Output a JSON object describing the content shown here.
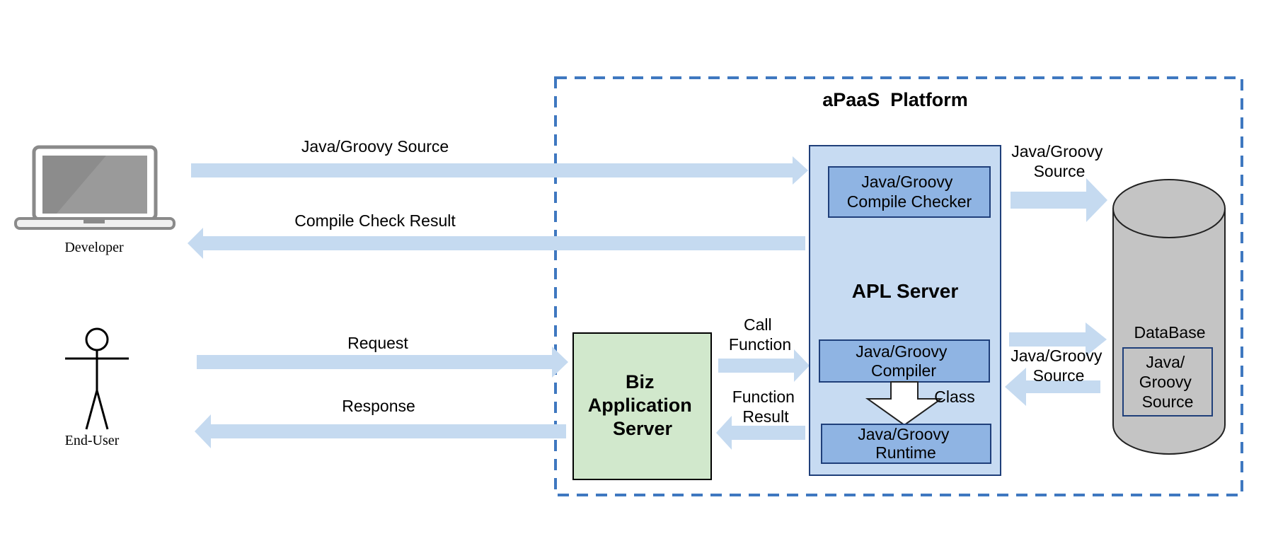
{
  "platform": {
    "title": "aPaaS  Platform"
  },
  "actors": {
    "developer": {
      "label": "Developer"
    },
    "end_user": {
      "label": "End-User"
    }
  },
  "apl_server": {
    "title": "APL Server",
    "compile_checker": [
      "Java/Groovy",
      "Compile Checker"
    ],
    "compiler": [
      "Java/Groovy",
      "Compiler"
    ],
    "runtime": [
      "Java/Groovy",
      "Runtime"
    ],
    "class_label": "Class"
  },
  "biz_server": {
    "lines": [
      "Biz",
      "Application",
      "Server"
    ]
  },
  "database": {
    "title": "DataBase",
    "source": [
      "Java/",
      "Groovy",
      "Source"
    ]
  },
  "flows": {
    "java_groovy_source": "Java/Groovy Source",
    "compile_check_result": "Compile Check Result",
    "request": "Request",
    "response": "Response",
    "call_function": [
      "Call",
      "Function"
    ],
    "function_result": [
      "Function",
      "Result"
    ],
    "to_db": [
      "Java/Groovy",
      "Source"
    ],
    "from_db": [
      "Java/Groovy",
      "Source"
    ]
  },
  "colors": {
    "arrow": "#c5daf0",
    "platform_border": "#3f78c0",
    "apl_fill": "#c7dbf2",
    "apl_border": "#1f3f7a",
    "module_fill": "#8fb4e3",
    "biz_fill": "#d1e8cc",
    "db_fill": "#c4c4c4"
  }
}
